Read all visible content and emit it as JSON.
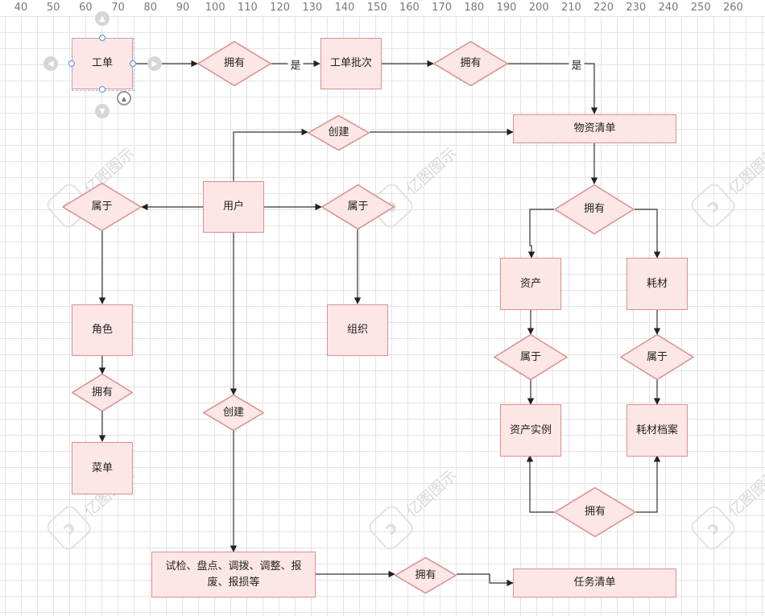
{
  "ruler": [
    "40",
    "50",
    "60",
    "70",
    "80",
    "90",
    "100",
    "110",
    "120",
    "130",
    "140",
    "150",
    "160",
    "170",
    "180",
    "190",
    "200",
    "210",
    "220",
    "230",
    "240",
    "250",
    "260"
  ],
  "watermark": "亿图图示",
  "nodes": {
    "work_order": "工单",
    "has_1": "拥有",
    "work_order_batch": "工单批次",
    "has_2": "拥有",
    "create_1": "创建",
    "material_list": "物资清单",
    "belongs_1": "属于",
    "user": "用户",
    "belongs_2": "属于",
    "has_3": "拥有",
    "asset": "资产",
    "consumable": "耗材",
    "role": "角色",
    "organization": "组织",
    "belongs_3": "属于",
    "belongs_4": "属于",
    "has_4": "拥有",
    "create_2": "创建",
    "asset_instance": "资产实例",
    "consumable_file": "耗材档案",
    "menu": "菜单",
    "has_5": "拥有",
    "tasks": "试检、盘点、调拨、调整、报废、报损等",
    "has_6": "拥有",
    "task_list": "任务清单"
  },
  "edge_labels": {
    "yes_1": "是",
    "yes_2": "是"
  },
  "colors": {
    "fill": "#fde6e6",
    "stroke": "#d98f8f",
    "line": "#333333",
    "grid": "#e4e4e4"
  }
}
